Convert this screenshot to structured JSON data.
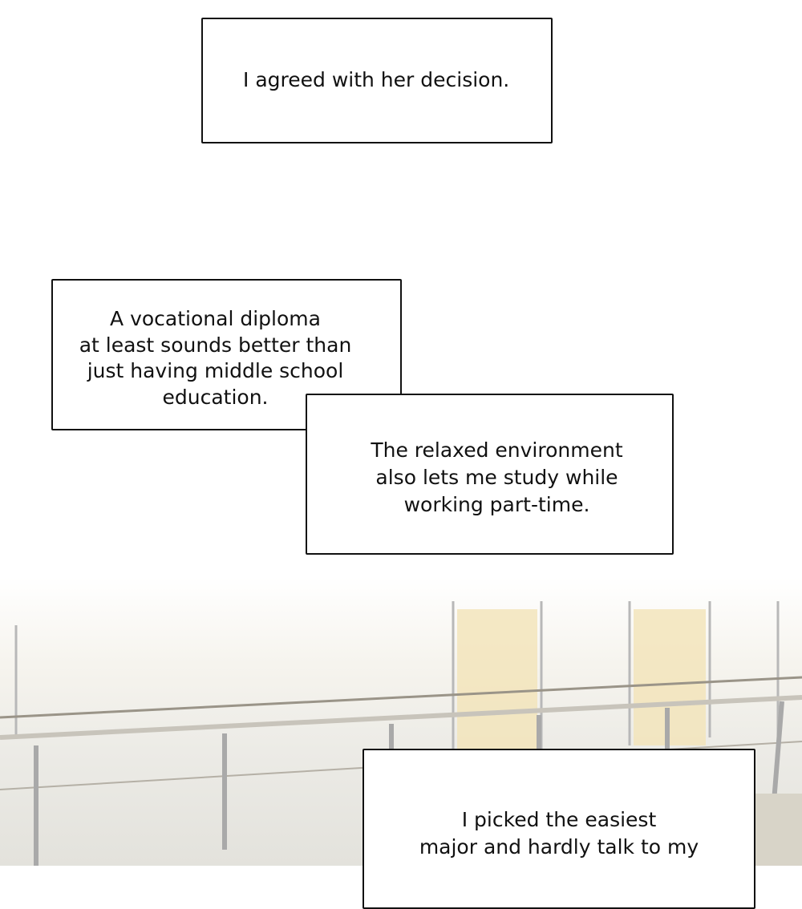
{
  "captions": [
    {
      "lines": [
        "I  agreed with her decision."
      ]
    },
    {
      "lines": [
        "A vocational diploma",
        "at least sounds better than",
        "just having middle school",
        "education."
      ]
    },
    {
      "lines": [
        "The relaxed environment",
        "also lets me study while",
        "working part-time."
      ]
    },
    {
      "lines": [
        "I picked the easiest",
        "major and hardly talk to my"
      ]
    }
  ]
}
